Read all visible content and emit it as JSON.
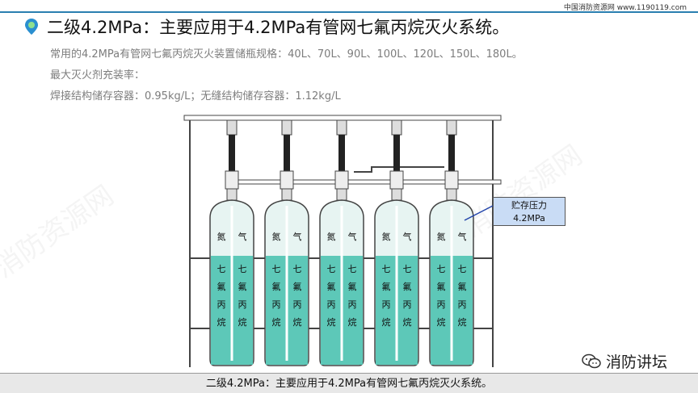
{
  "header": {
    "site_watermark": "中国消防资源网 www.1190119.com",
    "title": "二级4.2MPa：主要应用于4.2MPa有管网七氟丙烷灭火系统。"
  },
  "body": {
    "line1": "常用的4.2MPa有管网七氟丙烷灭火装置储瓶规格：40L、70L、90L、100L、120L、150L、180L。",
    "line2": "最大灭火剂充装率：",
    "line3": "焊接结构储存容器：0.95kg/L；无缝结构储存容器：1.12kg/L"
  },
  "diagram": {
    "cylinder_gas_top": [
      "氮",
      "气"
    ],
    "cylinder_label_cols": [
      [
        "七",
        "氟",
        "丙",
        "烷"
      ],
      [
        "七",
        "氟",
        "丙",
        "烷"
      ]
    ],
    "callout_line1": "贮存压力",
    "callout_line2": "4.2MPa",
    "colors": {
      "liquid": "#5dc8b8",
      "gas": "#e7f4f2",
      "outline": "#444444"
    },
    "cylinder_count": 5
  },
  "brand": {
    "text": "消防讲坛",
    "icon": "wechat-icon"
  },
  "footer": {
    "caption": "二级4.2MPa：主要应用于4.2MPa有管网七氟丙烷灭火系统。"
  }
}
